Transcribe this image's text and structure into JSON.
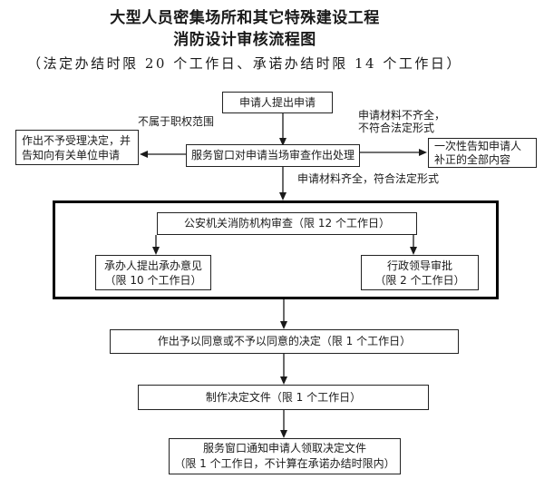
{
  "title": {
    "line1": "大型人员密集场所和其它特殊建设工程",
    "line2": "消防设计审核流程图",
    "line3": "（法定办结时限 20 个工作日、承诺办结时限 14 个工作日）"
  },
  "flowchart": {
    "nodes": {
      "apply": "申请人提出申请",
      "window_review": "服务窗口对申请当场审查作出处理",
      "reject_line1": "作出不予受理决定，并",
      "reject_line2": "告知向有关单位申请",
      "notify_line1": "一次性告知申请人",
      "notify_line2": "补正的全部内容",
      "fire_review": "公安机关消防机构审查（限 12 个工作日）",
      "undertaker_line1": "承办人提出承办意见",
      "undertaker_line2": "（限 10 个工作日）",
      "leader_line1": "行政领导审批",
      "leader_line2": "（限 2 个工作日）",
      "decision": "作出予以同意或不予以同意的决定（限 1 个工作日）",
      "document": "制作决定文件（限 1 个工作日）",
      "pickup_line1": "服务窗口通知申请人领取决定文件",
      "pickup_line2": "（限 1 个工作日，不计算在承诺办结时限内）"
    },
    "edge_labels": {
      "not_jurisdiction": "不属于职权范围",
      "incomplete_line1": "申请材料不齐全，",
      "incomplete_line2": "不符合法定形式",
      "complete": "申请材料齐全，符合法定形式"
    }
  },
  "colors": {
    "line": "#1a1a1a",
    "border": "#222222",
    "outer_border": "#000000",
    "background": "#ffffff"
  }
}
